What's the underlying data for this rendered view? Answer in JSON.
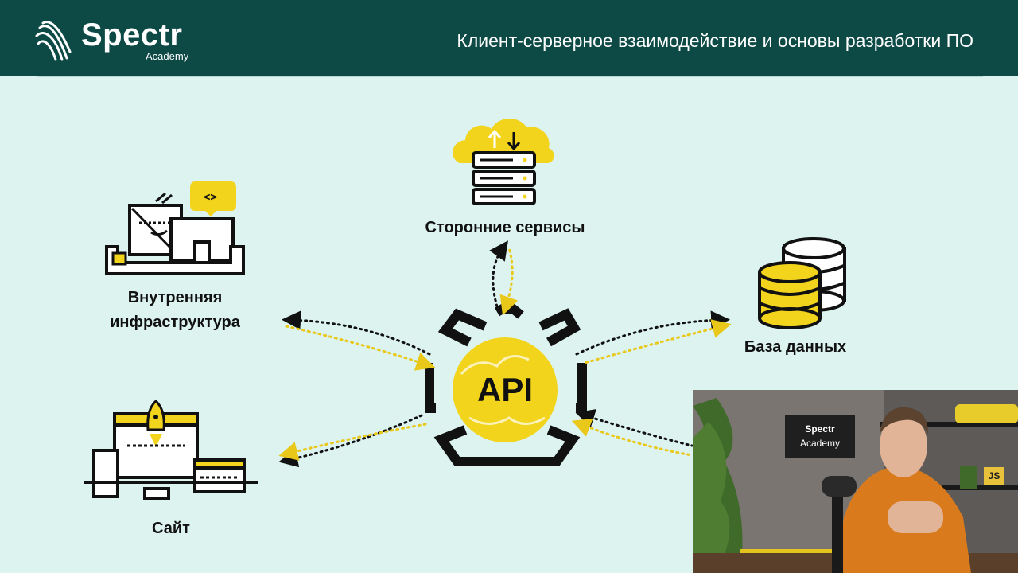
{
  "header": {
    "logo_name": "Spectr",
    "logo_sub": "Academy",
    "title": "Клиент-серверное взаимодействие и основы разработки ПО"
  },
  "diagram": {
    "center_label": "API",
    "nodes": {
      "third_party": "Сторонние сервисы",
      "internal_line1": "Внутренняя",
      "internal_line2": "инфраструктура",
      "database": "База данных",
      "site": "Сайт"
    }
  },
  "video": {
    "sign_line1": "Spectr",
    "sign_line2": "Academy",
    "js_badge": "JS"
  },
  "colors": {
    "header_bg": "#0d4a46",
    "slide_bg": "#dcf3ef",
    "accent_yellow": "#f2d41c",
    "ink": "#111111"
  }
}
